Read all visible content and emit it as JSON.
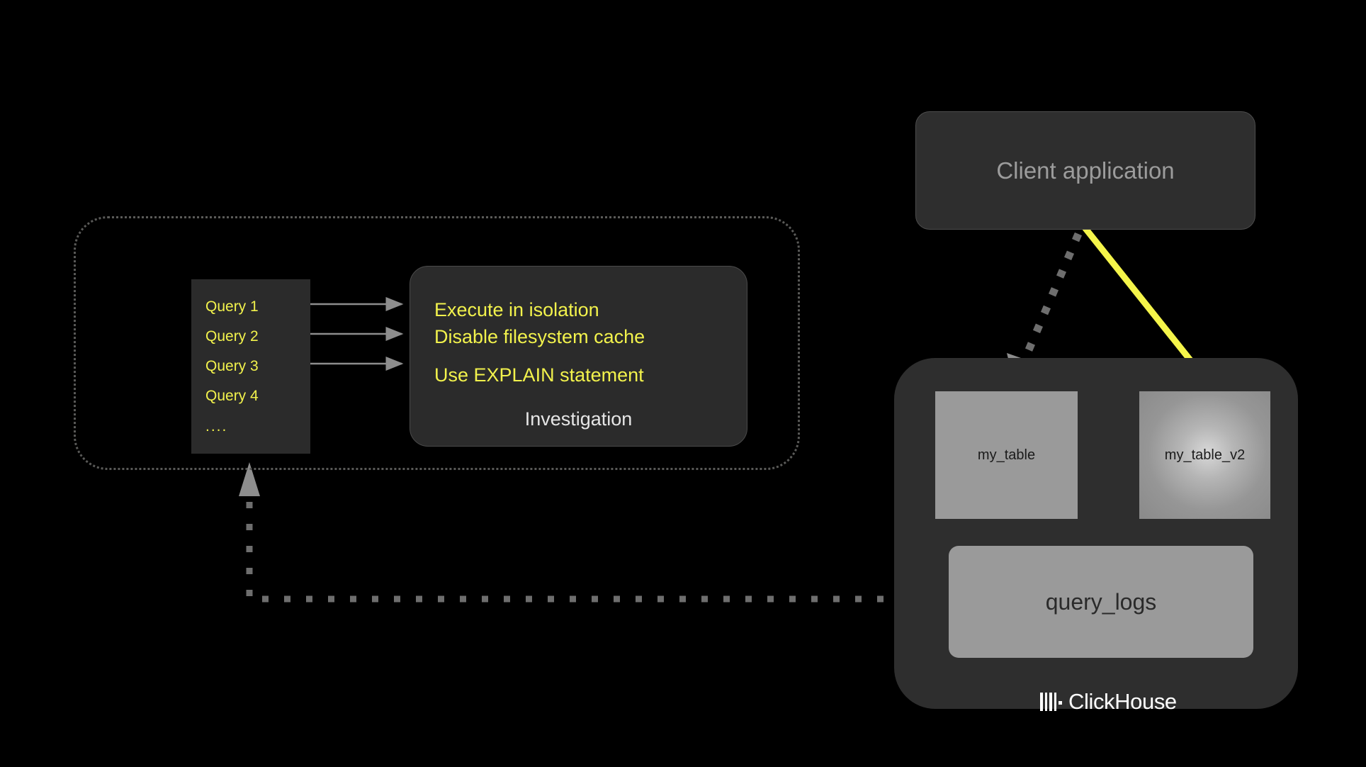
{
  "colors": {
    "background": "#000000",
    "panel": "#2e2e2e",
    "query_panel": "#2b2b2b",
    "accent_yellow": "#f2f24c",
    "arrow_yellow": "#f5f54a",
    "table_gray": "#9a9a9a",
    "dotted_gray": "#5a5a58",
    "muted_text": "#9c9c9c"
  },
  "investigation_region": {
    "queries": [
      {
        "label": "Query 1"
      },
      {
        "label": "Query 2"
      },
      {
        "label": "Query 3"
      },
      {
        "label": "Query 4"
      },
      {
        "label": "...."
      }
    ],
    "card": {
      "title": "Investigation",
      "tips": [
        "Execute in isolation",
        "Disable filesystem cache",
        "Use EXPLAIN statement"
      ]
    }
  },
  "client": {
    "label": "Client application"
  },
  "clickhouse": {
    "brand": "ClickHouse",
    "logo_icon": "clickhouse-bars-icon",
    "tables": [
      {
        "label": "my_table",
        "name": "my-table-box"
      },
      {
        "label": "my_table_v2",
        "name": "my-table-v2-box"
      }
    ],
    "logs": {
      "label": "query_logs"
    }
  },
  "connectors": [
    {
      "name": "query-1-to-investigation",
      "style": "solid-gray-arrow"
    },
    {
      "name": "query-2-to-investigation",
      "style": "solid-gray-arrow"
    },
    {
      "name": "query-3-to-investigation",
      "style": "solid-gray-arrow"
    },
    {
      "name": "client-to-my-table",
      "style": "dotted-gray-arrow"
    },
    {
      "name": "client-to-my-table-v2",
      "style": "solid-yellow-arrow"
    },
    {
      "name": "query-logs-to-query-list",
      "style": "dotted-gray-arrow"
    }
  ]
}
